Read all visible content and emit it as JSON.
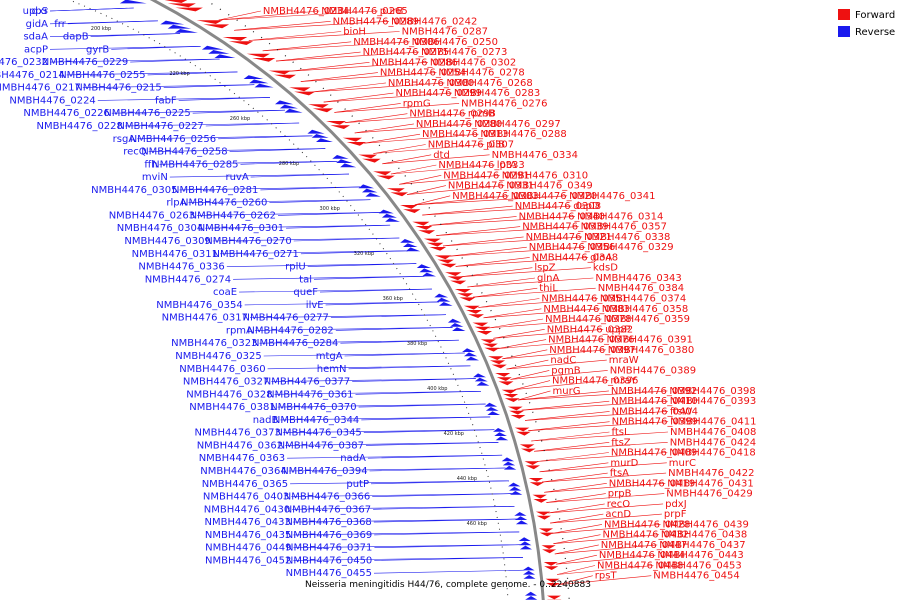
{
  "legend": [
    {
      "label": "Forward",
      "color": "#ee1111"
    },
    {
      "label": "Reverse",
      "color": "#1a1aee"
    }
  ],
  "caption": "Neisseria meningitidis H44/76, complete genome. - 0..2240883",
  "colors": {
    "forward": "#ee1111",
    "reverse": "#1a1aee",
    "backbone": "#888888"
  },
  "scale_ticks": [
    "200 kbp",
    "220 kbp",
    "260 kbp",
    "280 kbp",
    "300 kbp",
    "320 kbp",
    "360 kbp",
    "380 kbp",
    "400 kbp",
    "420 kbp",
    "440 kbp",
    "460 kbp"
  ],
  "forward_labels": [
    "NMBH4476_0234",
    "NMBH4476_0265",
    "purB",
    "NMBH4476_0289",
    "NMBH4476_0242",
    "bioH",
    "NMBH4476_0287",
    "NMBH4476_0306",
    "NMBH4476_0250",
    "NMBH4476_0275",
    "NMBH4476_0273",
    "NMBH4476_0286",
    "NMBH4476_0302",
    "NMBH4476_0254",
    "NMBH4476_0278",
    "NMBH4476_0300",
    "NMBH4476_0268",
    "NMBH4476_0299",
    "NMBH4476_0283",
    "rpmG",
    "NMBH4476_0276",
    "NMBH4476_0298",
    "rpmB",
    "NMBH4476_0280",
    "NMBH4476_0297",
    "NMBH4476_0313",
    "NMBH4476_0288",
    "NMBH4476_0307",
    "pilB",
    "dtd",
    "NMBH4476_0334",
    "NMBH4476_0333",
    "lptA",
    "NMBH4476_0291",
    "NMBH4476_0310",
    "NMBH4476_0331",
    "NMBH4476_0349",
    "NMBH4476_0303",
    "NMBH4476_0320",
    "NMBH4476_0341",
    "NMBH4476_0308",
    "dapD",
    "NMBH4476_0340",
    "NMBH4476_0314",
    "NMBH4476_0339",
    "NMBH4476_0357",
    "NMBH4476_0321",
    "NMBH4476_0338",
    "NMBH4476_0356",
    "NMBH4476_0329",
    "NMBH4476_0348",
    "gloA",
    "lspZ",
    "kdsD",
    "glnA",
    "NMBH4476_0343",
    "thiL",
    "NMBH4476_0384",
    "NMBH4476_0351",
    "NMBH4476_0374",
    "NMBH4476_0383",
    "NMBH4476_0358",
    "NMBH4476_0378",
    "NMBH4476_0359",
    "NMBH4476_0382",
    "uppP",
    "NMBH4476_0376",
    "NMBH4476_0391",
    "NMBH4476_0397",
    "NMBH4476_0380",
    "nadC",
    "mraW",
    "pgmB",
    "NMBH4476_0389",
    "NMBH4476_0396",
    "mraY",
    "murG",
    "NMBH4476_0392",
    "NMBH4476_0398",
    "NMBH4476_0410",
    "NMBH4476_0393",
    "NMBH4476_0404",
    "ftsW",
    "NMBH4476_0399",
    "NMBH4476_0411",
    "ftsL",
    "NMBH4476_0408",
    "ftsZ",
    "NMBH4476_0424",
    "NMBH4476_0409",
    "NMBH4476_0418",
    "murD",
    "murC",
    "ftsA",
    "NMBH4476_0422",
    "NMBH4476_0419",
    "NMBH4476_0431",
    "prpB",
    "NMBH4476_0429",
    "recO",
    "pdxJ",
    "acnD",
    "prpF",
    "NMBH4476_0428",
    "NMBH4476_0439",
    "NMBH4476_0432",
    "NMBH4476_0438",
    "NMBH4476_0447",
    "NMBH4476_0437",
    "NMBH4476_0444",
    "NMBH4476_0443",
    "NMBH4476_0448",
    "NMBH4476_0453",
    "rpsT",
    "NMBH4476_0454"
  ],
  "reverse_labels": [
    "dxr",
    "uppS",
    "frr",
    "gidA",
    "dapB",
    "sdaA",
    "gyrB",
    "acpP",
    "NMBH4476_0229",
    "NMBH4476_0232",
    "NMBH4476_0255",
    "NMBH4476_0214",
    "NMBH4476_0215",
    "NMBH4476_0217",
    "fabF",
    "NMBH4476_0224",
    "NMBH4476_0225",
    "NMBH4476_0226",
    "NMBH4476_0227",
    "NMBH4476_0228",
    "NMBH4476_0256",
    "rsgA",
    "NMBH4476_0258",
    "recQ",
    "NMBH4476_0285",
    "ffh",
    "ruvA",
    "mviN",
    "NMBH4476_0281",
    "NMBH4476_0305",
    "NMBH4476_0260",
    "rlpA",
    "NMBH4476_0262",
    "NMBH4476_0263",
    "NMBH4476_0301",
    "NMBH4476_0304",
    "NMBH4476_0270",
    "NMBH4476_0309",
    "NMBH4476_0271",
    "NMBH4476_0311",
    "rplU",
    "NMBH4476_0336",
    "tal",
    "NMBH4476_0274",
    "queF",
    "coaE",
    "ilvE",
    "NMBH4476_0354",
    "NMBH4476_0277",
    "NMBH4476_0317",
    "NMBH4476_0282",
    "rpmA",
    "NMBH4476_0284",
    "NMBH4476_0323",
    "mtgA",
    "NMBH4476_0325",
    "hemN",
    "NMBH4476_0360",
    "NMBH4476_0377",
    "NMBH4476_0327",
    "NMBH4476_0361",
    "NMBH4476_0328",
    "NMBH4476_0370",
    "NMBH4476_0381",
    "NMBH4476_0344",
    "nadB",
    "NMBH4476_0345",
    "NMBH4476_0373",
    "NMBH4476_0387",
    "NMBH4476_0362",
    "nadA",
    "NMBH4476_0363",
    "NMBH4476_0394",
    "NMBH4476_0364",
    "putP",
    "NMBH4476_0365",
    "NMBH4476_0366",
    "NMBH4476_0403",
    "NMBH4476_0367",
    "NMBH4476_0430",
    "NMBH4476_0368",
    "NMBH4476_0433",
    "NMBH4476_0369",
    "NMBH4476_0435",
    "NMBH4476_0371",
    "NMBH4476_0449",
    "NMBH4476_0450",
    "NMBH4476_0452",
    "NMBH4476_0455"
  ]
}
